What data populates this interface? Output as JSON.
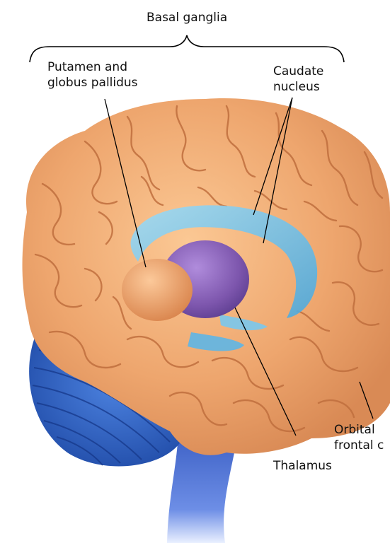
{
  "labels": {
    "basal_ganglia": "Basal ganglia",
    "putamen": [
      "Putamen and",
      "globus pallidus"
    ],
    "caudate": [
      "Caudate",
      "nucleus"
    ],
    "orbital": [
      "Orbital",
      "frontal c"
    ],
    "thalamus": "Thalamus"
  },
  "colors": {
    "cortex": "#eea66e",
    "cortex_dark": "#c9784a",
    "cortex_light": "#fbd2a6",
    "caudate": "#6fc4ea",
    "thalamus": "#8560b3",
    "putamen": "#f0a46c",
    "cerebellum": "#2f63c2",
    "brainstem": "#3e62c6",
    "leader_line": "#000000"
  }
}
